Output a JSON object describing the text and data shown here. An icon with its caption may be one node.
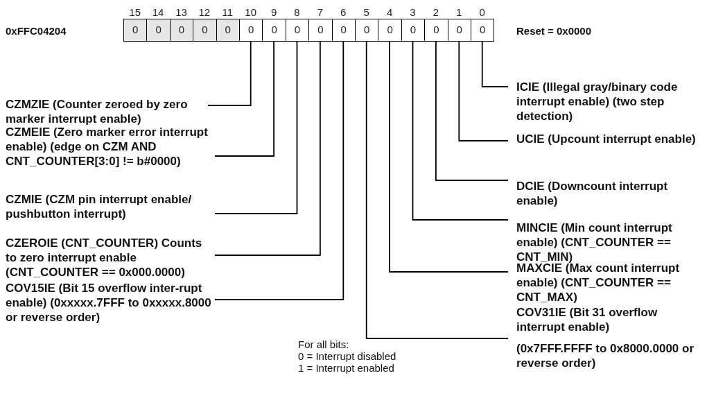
{
  "diagram": {
    "nodes": [
      {
        "text": [
          "0"
        ],
        "beside": [
          "15"
        ]
      },
      {
        "text": [
          "0"
        ],
        "beside": [
          "14"
        ]
      },
      {
        "text": [
          "0"
        ],
        "beside": [
          "13"
        ]
      },
      {
        "text": [
          "0"
        ],
        "beside": [
          "12"
        ]
      },
      {
        "text": [
          "0"
        ],
        "beside": [
          "11"
        ]
      },
      {
        "text": [
          "0"
        ],
        "beside": [
          "10"
        ]
      },
      {
        "text": [
          "0"
        ],
        "beside": [
          "9"
        ]
      },
      {
        "text": [
          "0"
        ],
        "beside": [
          "8"
        ]
      },
      {
        "text": [
          "0"
        ],
        "beside": [
          "7"
        ]
      },
      {
        "text": [
          "0"
        ],
        "beside": [
          "6"
        ]
      },
      {
        "text": [
          "0"
        ],
        "beside": [
          "5"
        ]
      },
      {
        "text": [
          "0"
        ],
        "beside": [
          "4"
        ]
      },
      {
        "text": [
          "0"
        ],
        "beside": [
          "3"
        ]
      },
      {
        "text": [
          "0"
        ],
        "beside": [
          "2"
        ]
      },
      {
        "text": [
          "0"
        ],
        "beside": [
          "1"
        ]
      },
      {
        "text": [
          "0"
        ],
        "beside": [
          "0"
        ]
      },
      {
        "text": [
          "CZMZIE (Counter zeroed by zero marker interrupt enable)"
        ]
      },
      {
        "text": [
          "CZMEIE (Zero marker error interrupt enable) (edge on CZM AND CNT_COUNTER[3:0] != b#0000)"
        ]
      },
      {
        "text": [
          "CZMIE (CZM pin interrupt enable/ pushbutton interrupt)"
        ]
      },
      {
        "text": [
          "CZEROIE (CNT_COUNTER) Counts to zero interrupt enable (CNT_COUNTER == 0x000.0000)"
        ]
      },
      {
        "text": [
          "COV15IE (Bit 15 overflow inter-rupt enable) (0xxxxx.7FFF to 0xxxxx.8000 or reverse order)"
        ]
      },
      {
        "text": [
          "ICIE (Illegal gray/binary code interrupt enable) (two step detection)"
        ]
      },
      {
        "text": [
          "UCIE (Upcount interrupt enable)"
        ]
      },
      {
        "text": [
          "DCIE (Downcount interrupt enable)"
        ]
      },
      {
        "text": [
          "MINCIE (Min count interrupt enable) (CNT_COUNTER == CNT_MIN)"
        ]
      },
      {
        "text": [
          "MAXCIE (Max count interrupt enable) (CNT_COUNTER == CNT_MAX)"
        ]
      },
      {
        "text": [
          "COV31IE (Bit 31 overflow interrupt enable)",
          "(0x7FFF.FFFF to 0x8000.0000 or reverse order)"
        ]
      }
    ],
    "edges": [
      {
        "from": 16,
        "to": 5,
        "arrow": "none"
      },
      {
        "from": 17,
        "to": 6,
        "arrow": "none"
      },
      {
        "from": 18,
        "to": 7,
        "arrow": "none"
      },
      {
        "from": 19,
        "to": 8,
        "arrow": "none"
      },
      {
        "from": 20,
        "to": 9,
        "arrow": "none"
      },
      {
        "from": 21,
        "to": 15,
        "arrow": "none"
      },
      {
        "from": 22,
        "to": 14,
        "arrow": "none"
      },
      {
        "from": 23,
        "to": 13,
        "arrow": "none"
      },
      {
        "from": 24,
        "to": 12,
        "arrow": "none"
      },
      {
        "from": 25,
        "to": 11,
        "arrow": "none"
      },
      {
        "from": 26,
        "to": 10,
        "arrow": "none"
      }
    ],
    "labels": [
      "0xFFC04204",
      "Reset = 0x0000",
      "For all bits:",
      "0 = Interrupt disabled",
      "1 = Interrupt enabled"
    ]
  }
}
